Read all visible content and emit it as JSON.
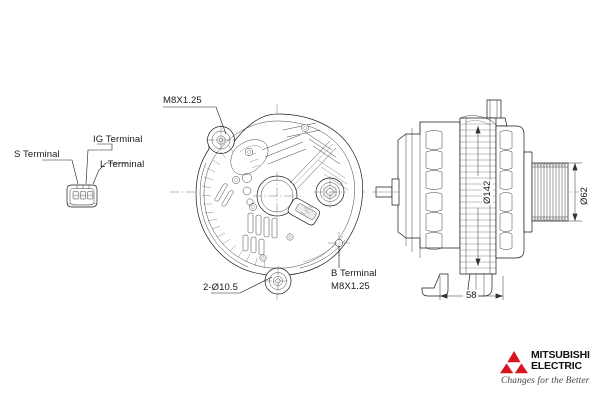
{
  "document": {
    "kind": "engineering-drawing",
    "subject": "Alternator",
    "background_color": "#ffffff",
    "line_color": "#1a1a1a"
  },
  "connector_detail": {
    "labels": {
      "s_terminal": "S Terminal",
      "ig_terminal": "IG Terminal",
      "l_terminal": "L Terminal"
    }
  },
  "front_view": {
    "labels": {
      "top_thread": "M8X1.25",
      "mount_holes": "2-Ø10.5",
      "b_terminal": "B Terminal",
      "b_terminal_thread": "M8X1.25"
    }
  },
  "side_view": {
    "dimensions": {
      "body_diameter": "Ø142",
      "pulley_diameter": "Ø62",
      "body_width": "58"
    }
  },
  "brand": {
    "name_line1": "MITSUBISHI",
    "name_line2": "ELECTRIC",
    "tagline": "Changes for the Better",
    "mark_color": "#d8161f",
    "text_color": "#111111"
  }
}
